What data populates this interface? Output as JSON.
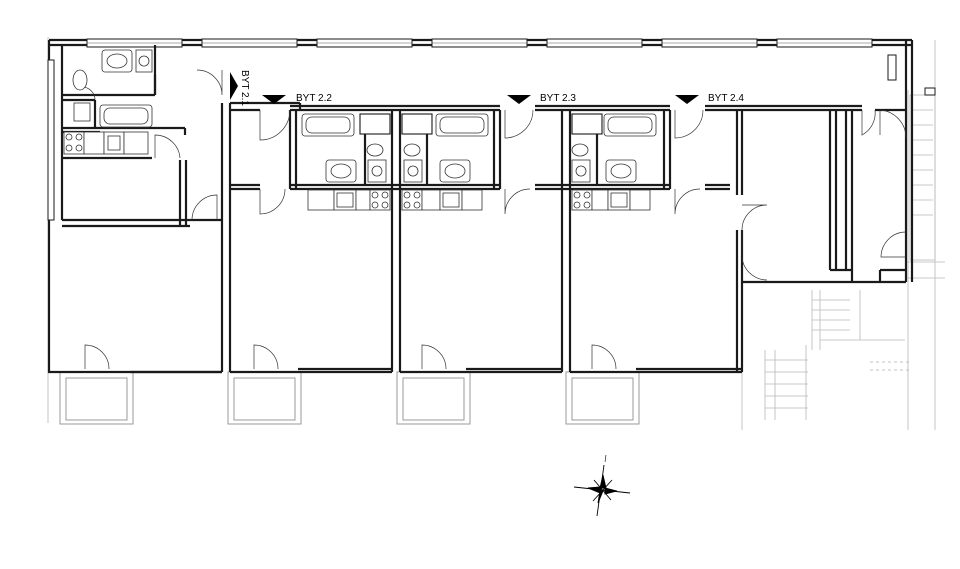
{
  "units": [
    {
      "id": "2.1",
      "label": "BYT 2.1"
    },
    {
      "id": "2.2",
      "label": "BYT 2.2"
    },
    {
      "id": "2.3",
      "label": "BYT 2.3"
    },
    {
      "id": "2.4",
      "label": "BYT 2.4"
    }
  ],
  "icons": {
    "compass": "north-arrow-icon",
    "entrance": "entrance-marker-icon"
  },
  "colors": {
    "walls": "#1a1a1a",
    "context_lines": "#b8b8b8",
    "background": "#ffffff"
  }
}
